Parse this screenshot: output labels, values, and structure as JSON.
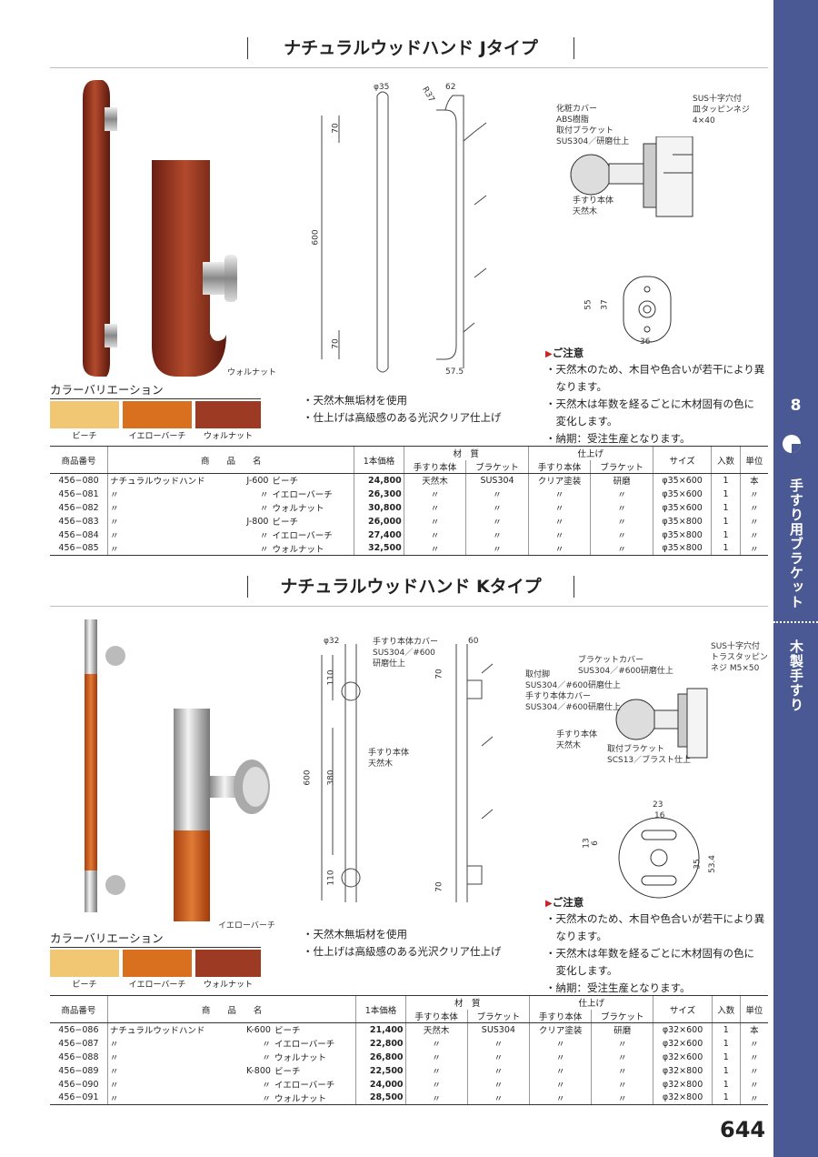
{
  "sidebar": {
    "chapter": "8",
    "label1": "手すり用ブラケット",
    "label2": "木製手すり"
  },
  "page_number": "644",
  "sections": [
    {
      "title": "ナチュラルウッドハンド Jタイプ",
      "photo_caption": "ウォルナット",
      "dims": {
        "d1": "φ35",
        "d2": "62",
        "d3": "R37",
        "d4": "70",
        "d5": "600",
        "d6": "70",
        "d7": "57.5",
        "d8": "55",
        "d9": "37",
        "d10": "36"
      },
      "section_labels": [
        "SUS十字穴付",
        "皿タッピンネジ",
        "4×40",
        "化粧カバー",
        "ABS樹脂",
        "取付ブラケット",
        "SUS304／研磨仕上",
        "手すり本体",
        "天然木"
      ],
      "color_title": "カラーバリエーション",
      "colors": [
        {
          "name": "ビーチ",
          "hex": "#f2c774"
        },
        {
          "name": "イエローバーチ",
          "hex": "#d9701f"
        },
        {
          "name": "ウォルナット",
          "hex": "#9c3a24"
        }
      ],
      "features": [
        "・天然木無垢材を使用",
        "・仕上げは高級感のある光沢クリア仕上げ"
      ],
      "note_title": "ご注意",
      "notes": [
        "・天然木のため、木目や色合いが若干により異",
        "　なります。",
        "・天然木は年数を経るごとに木材固有の色に",
        "　変化します。",
        "・納期：受注生産となります。"
      ],
      "table": {
        "h": [
          "商品番号",
          "商　　品　　名",
          "1本価格",
          "材　質",
          "仕上げ",
          "サイズ",
          "入数",
          "単位",
          "手すり本体",
          "ブラケット",
          "手すり本体",
          "ブラケット"
        ],
        "rows": [
          [
            "456−080",
            "ナチュラルウッドハンド",
            "J-600",
            "ビーチ",
            "24,800",
            "天然木",
            "SUS304",
            "クリア塗装",
            "研磨",
            "φ35×600",
            "1",
            "本"
          ],
          [
            "456−081",
            "〃",
            "〃",
            "イエローバーチ",
            "26,300",
            "〃",
            "〃",
            "〃",
            "〃",
            "φ35×600",
            "1",
            "〃"
          ],
          [
            "456−082",
            "〃",
            "〃",
            "ウォルナット",
            "30,800",
            "〃",
            "〃",
            "〃",
            "〃",
            "φ35×600",
            "1",
            "〃"
          ],
          [
            "456−083",
            "〃",
            "J-800",
            "ビーチ",
            "26,000",
            "〃",
            "〃",
            "〃",
            "〃",
            "φ35×800",
            "1",
            "〃"
          ],
          [
            "456−084",
            "〃",
            "〃",
            "イエローバーチ",
            "27,400",
            "〃",
            "〃",
            "〃",
            "〃",
            "φ35×800",
            "1",
            "〃"
          ],
          [
            "456−085",
            "〃",
            "〃",
            "ウォルナット",
            "32,500",
            "〃",
            "〃",
            "〃",
            "〃",
            "φ35×800",
            "1",
            "〃"
          ]
        ]
      }
    },
    {
      "title": "ナチュラルウッドハンド Kタイプ",
      "photo_caption": "イエローバーチ",
      "dims": {
        "d1": "φ32",
        "d2": "60",
        "d3": "110",
        "d4": "600",
        "d5": "380",
        "d6": "110",
        "d7": "70",
        "d8": "70",
        "d9": "23",
        "d10": "16",
        "d11": "13",
        "d12": "6",
        "d13": "35",
        "d14": "53.4"
      },
      "section_labels": [
        "手すり本体カバー",
        "SUS304／#600",
        "研磨仕上",
        "手すり本体",
        "天然木",
        "ブラケットカバー",
        "SUS304／#600研磨仕上",
        "取付脚",
        "SUS304／#600研磨仕上",
        "手すり本体カバー",
        "SUS304／#600研磨仕上",
        "手すり本体",
        "天然木",
        "取付ブラケット",
        "SCS13／ブラスト仕上",
        "SUS十字穴付",
        "トラスタッピン",
        "ネジ M5×50"
      ],
      "color_title": "カラーバリエーション",
      "colors": [
        {
          "name": "ビーチ",
          "hex": "#f2c774"
        },
        {
          "name": "イエローバーチ",
          "hex": "#d9701f"
        },
        {
          "name": "ウォルナット",
          "hex": "#9c3a24"
        }
      ],
      "features": [
        "・天然木無垢材を使用",
        "・仕上げは高級感のある光沢クリア仕上げ"
      ],
      "note_title": "ご注意",
      "notes": [
        "・天然木のため、木目や色合いが若干により異",
        "　なります。",
        "・天然木は年数を経るごとに木材固有の色に",
        "　変化します。",
        "・納期：受注生産となります。"
      ],
      "table": {
        "h": [
          "商品番号",
          "商　　品　　名",
          "1本価格",
          "材　質",
          "仕上げ",
          "サイズ",
          "入数",
          "単位",
          "手すり本体",
          "ブラケット",
          "手すり本体",
          "ブラケット"
        ],
        "rows": [
          [
            "456−086",
            "ナチュラルウッドハンド",
            "K-600",
            "ビーチ",
            "21,400",
            "天然木",
            "SUS304",
            "クリア塗装",
            "研磨",
            "φ32×600",
            "1",
            "本"
          ],
          [
            "456−087",
            "〃",
            "〃",
            "イエローバーチ",
            "22,800",
            "〃",
            "〃",
            "〃",
            "〃",
            "φ32×600",
            "1",
            "〃"
          ],
          [
            "456−088",
            "〃",
            "〃",
            "ウォルナット",
            "26,800",
            "〃",
            "〃",
            "〃",
            "〃",
            "φ32×600",
            "1",
            "〃"
          ],
          [
            "456−089",
            "〃",
            "K-800",
            "ビーチ",
            "22,500",
            "〃",
            "〃",
            "〃",
            "〃",
            "φ32×800",
            "1",
            "〃"
          ],
          [
            "456−090",
            "〃",
            "〃",
            "イエローバーチ",
            "24,000",
            "〃",
            "〃",
            "〃",
            "〃",
            "φ32×800",
            "1",
            "〃"
          ],
          [
            "456−091",
            "〃",
            "〃",
            "ウォルナット",
            "28,500",
            "〃",
            "〃",
            "〃",
            "〃",
            "φ32×800",
            "1",
            "〃"
          ]
        ]
      }
    }
  ]
}
